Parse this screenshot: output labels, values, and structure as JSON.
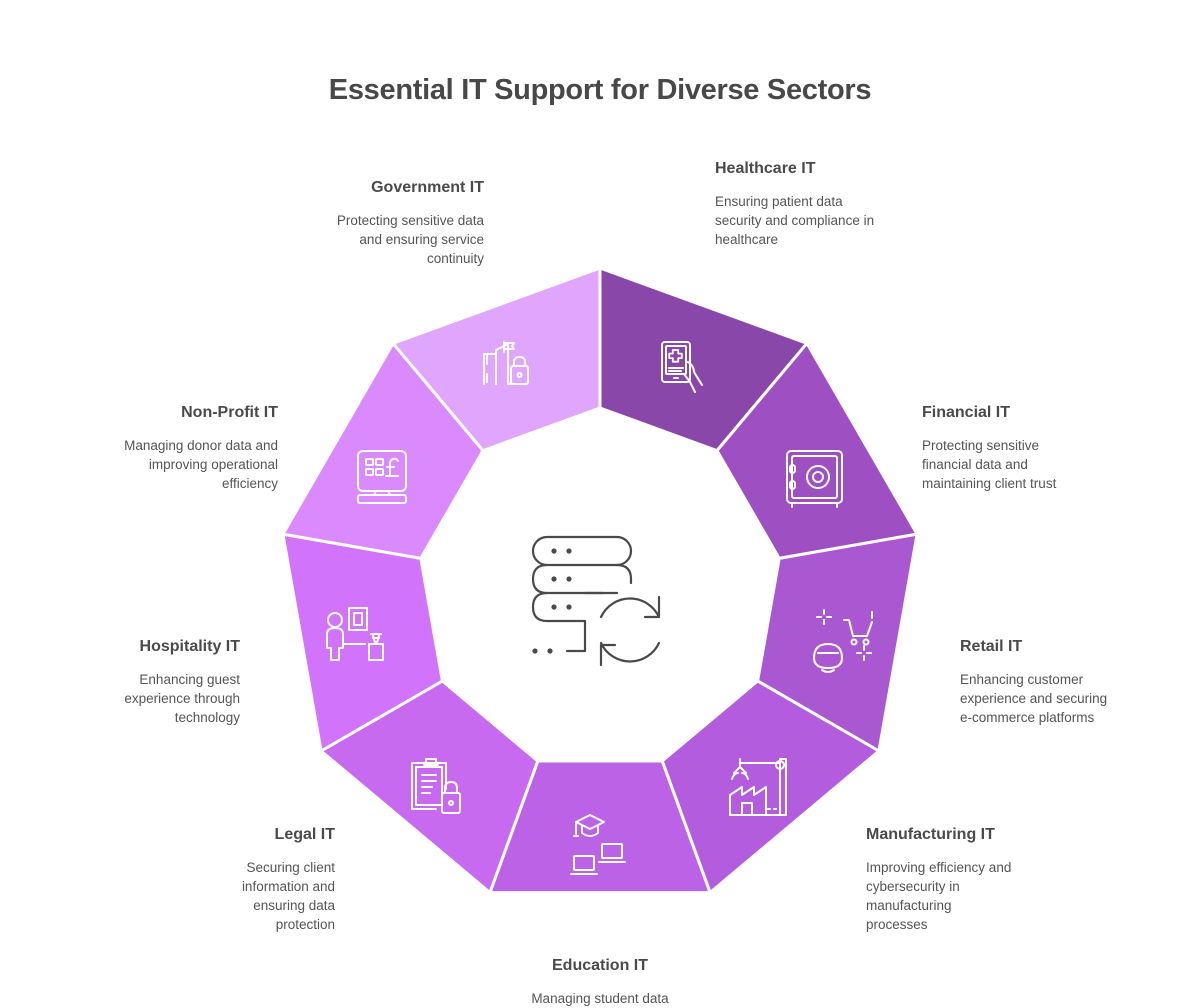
{
  "title": "Essential IT Support for Diverse Sectors",
  "center_icon": "server-sync-icon",
  "sectors": [
    {
      "id": "healthcare",
      "title": "Healthcare IT",
      "description": "Ensuring patient data security and compliance in healthcare",
      "icon": "medical-tablet-icon",
      "color": "#8a47aa"
    },
    {
      "id": "financial",
      "title": "Financial IT",
      "description": "Protecting sensitive financial data and maintaining client trust",
      "icon": "safe-icon",
      "color": "#9e4fc1"
    },
    {
      "id": "retail",
      "title": "Retail IT",
      "description": "Enhancing customer experience and securing e-commerce platforms",
      "icon": "vr-shopping-cart-icon",
      "color": "#aa58d2"
    },
    {
      "id": "manufacturing",
      "title": "Manufacturing IT",
      "description": "Improving efficiency and cybersecurity in manufacturing processes",
      "icon": "factory-robot-arm-icon",
      "color": "#b45cde"
    },
    {
      "id": "education",
      "title": "Education IT",
      "description": "Managing student data",
      "icon": "graduation-laptops-icon",
      "color": "#bc62e6"
    },
    {
      "id": "legal",
      "title": "Legal IT",
      "description": "Securing client information and ensuring data protection",
      "icon": "clipboard-lock-icon",
      "color": "#c76af0"
    },
    {
      "id": "hospitality",
      "title": "Hospitality IT",
      "description": "Enhancing guest experience through technology",
      "icon": "guest-reception-icon",
      "color": "#d273fb"
    },
    {
      "id": "nonprofit",
      "title": "Non-Profit IT",
      "description": "Managing donor data and improving operational efficiency",
      "icon": "donation-terminal-icon",
      "color": "#da8afd"
    },
    {
      "id": "government",
      "title": "Government IT",
      "description": "Protecting sensitive data and ensuring service continuity",
      "icon": "government-buildings-lock-icon",
      "color": "#e0a5fd"
    }
  ]
}
